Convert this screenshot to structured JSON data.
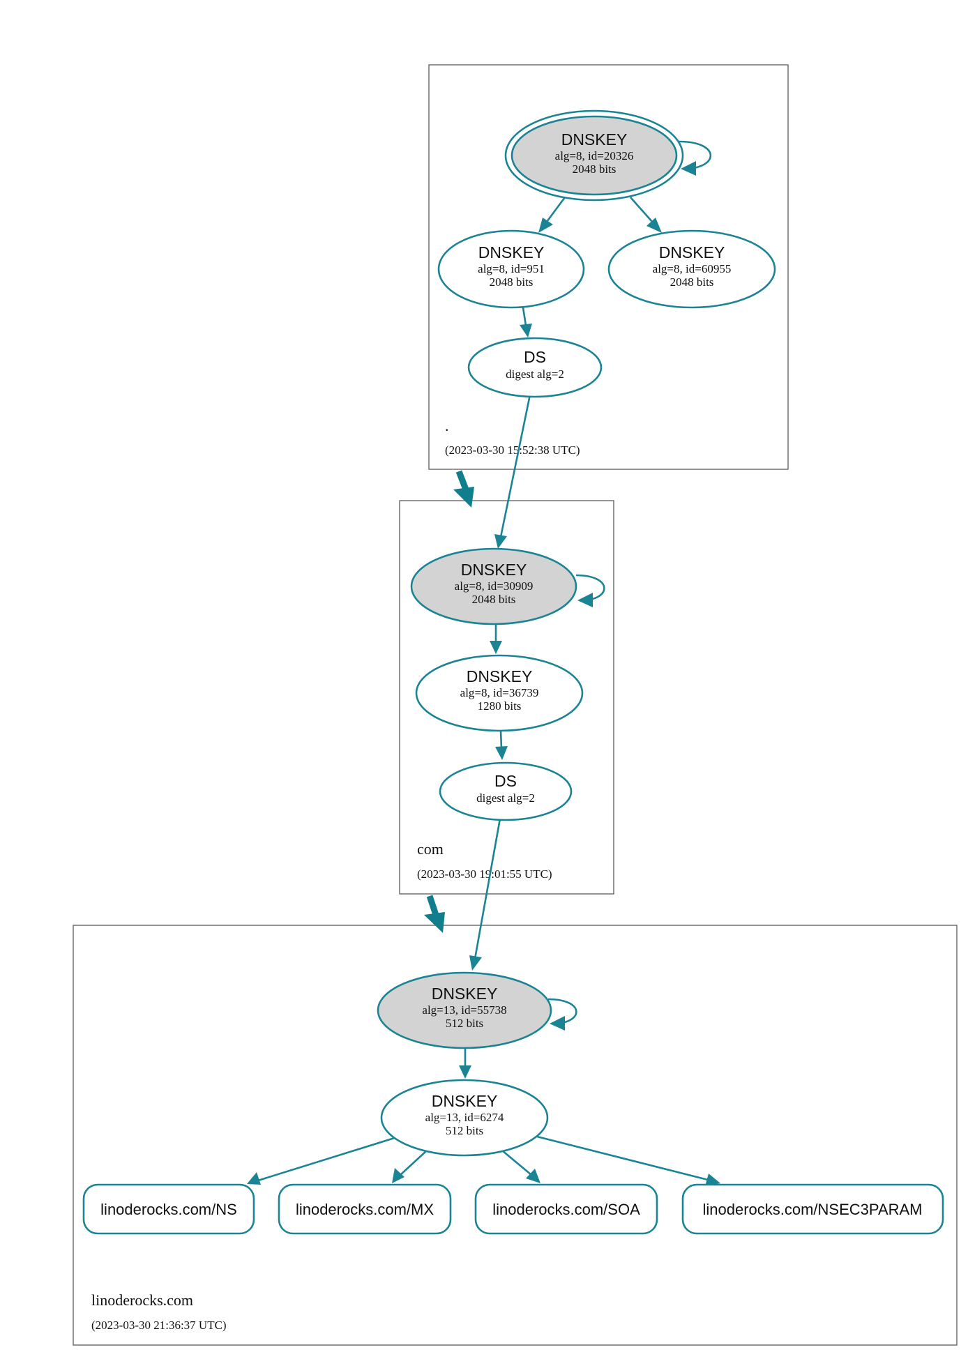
{
  "zones": [
    {
      "name": ".",
      "timestamp": "(2023-03-30 15:52:38 UTC)",
      "nodes": [
        {
          "title": "DNSKEY",
          "line1": "alg=8, id=20326",
          "line2": "2048 bits"
        },
        {
          "title": "DNSKEY",
          "line1": "alg=8, id=951",
          "line2": "2048 bits"
        },
        {
          "title": "DNSKEY",
          "line1": "alg=8, id=60955",
          "line2": "2048 bits"
        },
        {
          "title": "DS",
          "line1": "digest alg=2"
        }
      ]
    },
    {
      "name": "com",
      "timestamp": "(2023-03-30 19:01:55 UTC)",
      "nodes": [
        {
          "title": "DNSKEY",
          "line1": "alg=8, id=30909",
          "line2": "2048 bits"
        },
        {
          "title": "DNSKEY",
          "line1": "alg=8, id=36739",
          "line2": "1280 bits"
        },
        {
          "title": "DS",
          "line1": "digest alg=2"
        }
      ]
    },
    {
      "name": "linoderocks.com",
      "timestamp": "(2023-03-30 21:36:37 UTC)",
      "nodes": [
        {
          "title": "DNSKEY",
          "line1": "alg=13, id=55738",
          "line2": "512 bits"
        },
        {
          "title": "DNSKEY",
          "line1": "alg=13, id=6274",
          "line2": "512 bits"
        }
      ],
      "records": [
        "linoderocks.com/NS",
        "linoderocks.com/MX",
        "linoderocks.com/SOA",
        "linoderocks.com/NSEC3PARAM"
      ]
    }
  ],
  "colors": {
    "edge": "#1a8494",
    "delegation": "#117e8e",
    "ksk_fill": "#d3d3d3",
    "zone_border": "#5a5a5a"
  }
}
